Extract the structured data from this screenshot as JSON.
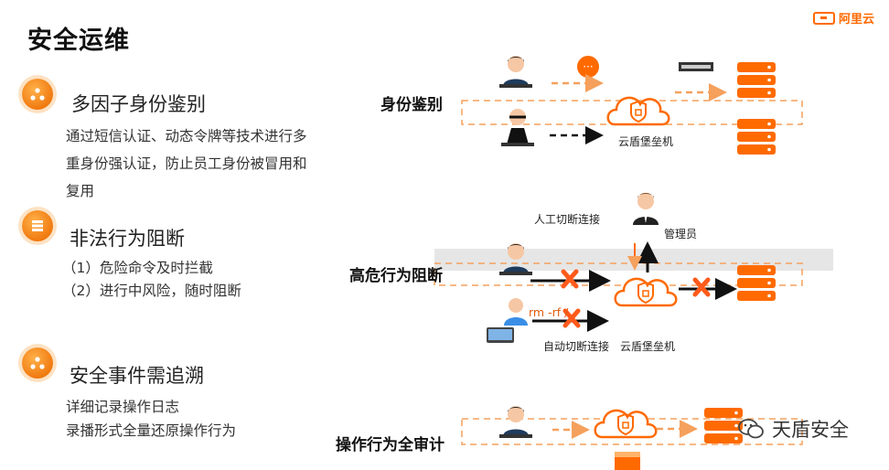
{
  "page": {
    "title": "安全运维",
    "brand": "阿里云",
    "watermark": "天盾安全"
  },
  "features": [
    {
      "title": "多因子身份鉴别",
      "desc": [
        "通过短信认证、动态令牌等技术进行多",
        "重身份强认证，防止员工身份被冒用和",
        "复用"
      ],
      "icon": "shield-nodes-icon"
    },
    {
      "title": "非法行为阻断",
      "desc": [
        "（1）危险命令及时拦截",
        "（2）进行中风险，随时阻断"
      ],
      "icon": "stack-icon"
    },
    {
      "title": "安全事件需追溯",
      "desc": [
        "详细记录操作日志",
        "录播形式全量还原操作行为"
      ],
      "icon": "nodes-icon"
    }
  ],
  "diagram": {
    "rows": [
      {
        "label": "身份鉴别",
        "bastion_label": "云盾堡垒机"
      },
      {
        "label": "高危行为阻断",
        "manual_label": "人工切断连接",
        "admin_label": "管理员",
        "auto_label": "自动切断连接",
        "bastion_label": "云盾堡垒机",
        "command": "rm -rf /"
      },
      {
        "label": "操作行为全审计"
      }
    ]
  },
  "colors": {
    "accent": "#ff6a00",
    "dash": "#f5a05c",
    "gray_band": "#e6e6e6"
  }
}
